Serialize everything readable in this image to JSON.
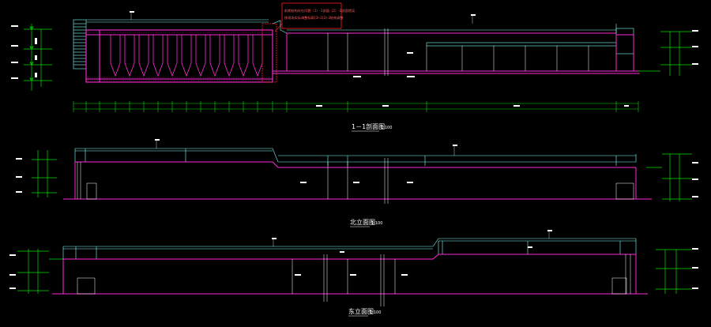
{
  "drawing": {
    "background": "#000000",
    "colors": {
      "structure": "#ff2bd6",
      "outline": "#7fffff",
      "dimension": "#00e000",
      "text": "#ffffff",
      "note": "#ff2020"
    },
    "section_1": {
      "title": "1－1剖面图",
      "scale": "1:100"
    },
    "section_2": {
      "title": "北立面图",
      "scale": "1:100"
    },
    "section_3": {
      "title": "东立面图",
      "scale": "1:100"
    },
    "note": {
      "line1": "前期结构存在问题（1）-1剖面（2）-2剖面错误",
      "line2": "按现场实际调整标高(3)-2(3)-3结构调整"
    }
  }
}
